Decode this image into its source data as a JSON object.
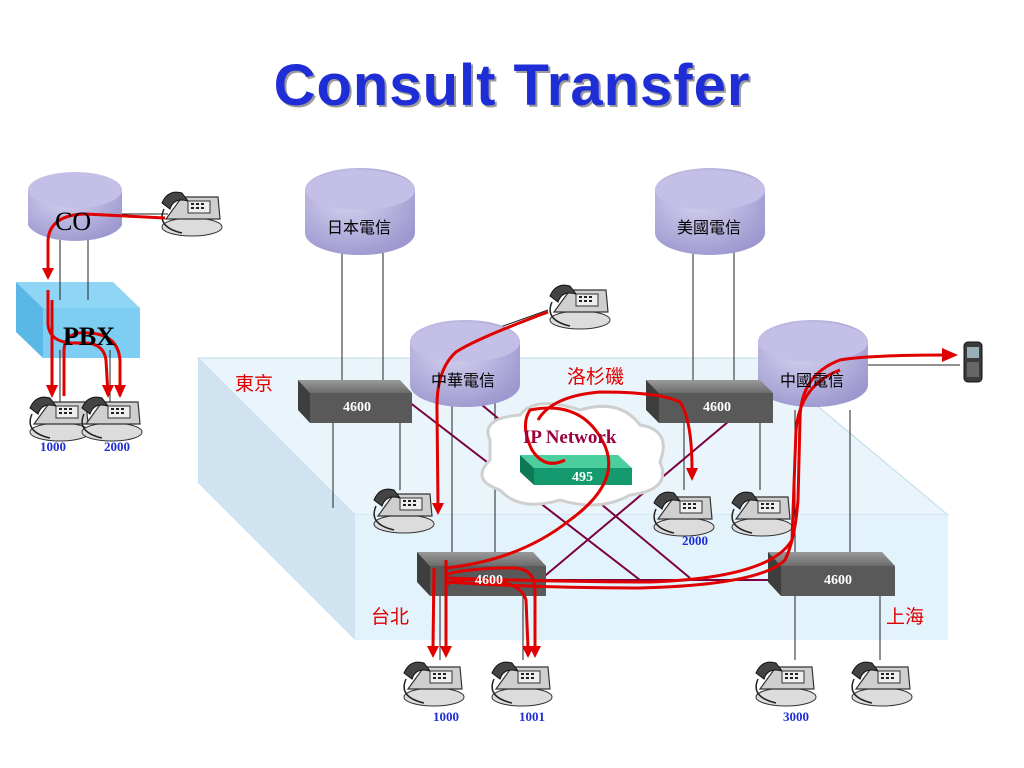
{
  "title": "Consult Transfer",
  "carriers": {
    "japan": "日本電信",
    "usa": "美國電信",
    "taiwan": "中華電信",
    "china": "中國電信"
  },
  "pstn": {
    "co": "CO",
    "pbx": "PBX"
  },
  "cities": {
    "tokyo": "東京",
    "la": "洛杉磯",
    "taipei": "台北",
    "shanghai": "上海"
  },
  "ip_network": {
    "label": "IP Network",
    "device": "495"
  },
  "switches": {
    "tokyo": "4600",
    "la": "4600",
    "taipei": "4600",
    "shanghai": "4600"
  },
  "extensions": {
    "pbx_1": "1000",
    "pbx_2": "2000",
    "la": "2000",
    "taipei_1": "1000",
    "taipei_2": "1001",
    "shanghai": "3000"
  },
  "colors": {
    "title": "#1f2dd6",
    "call_path": "#e00000",
    "wan_link": "#7a0040",
    "carrier": "#aaa6d6"
  }
}
